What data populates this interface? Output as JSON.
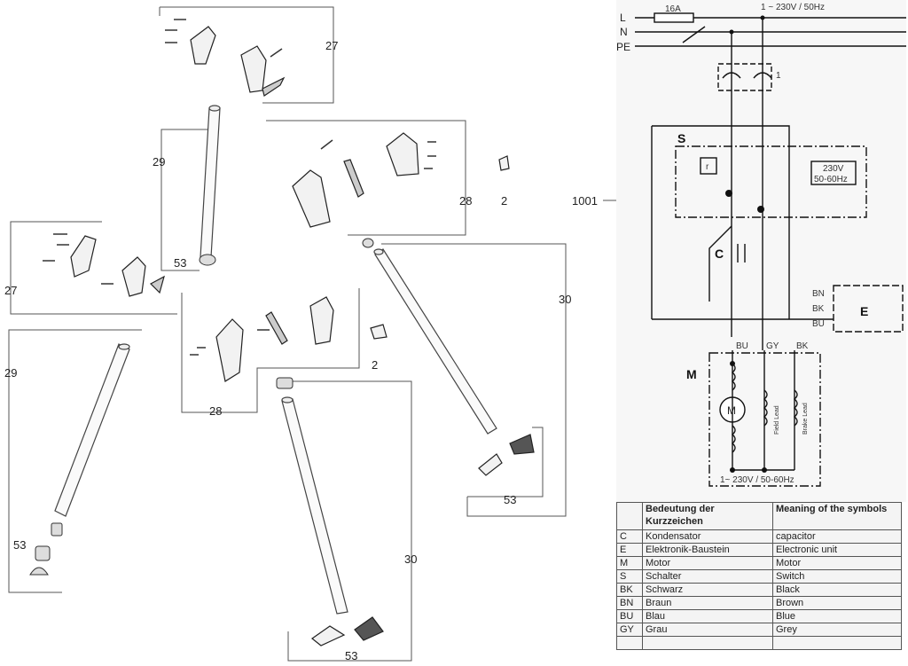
{
  "exploded_view": {
    "callouts": {
      "c27_top": "27",
      "c27_left": "27",
      "c29_mid": "29",
      "c29_left": "29",
      "c53_mid": "53",
      "c53_left": "53",
      "c53_right": "53",
      "c53_bottom": "53",
      "c28_right": "28",
      "c28_bottom": "28",
      "c2_right": "2",
      "c2_mid": "2",
      "c30_right": "30",
      "c30_bottom": "30",
      "c1001": "1001"
    }
  },
  "wiring": {
    "lines": {
      "l": "L",
      "n": "N",
      "pe": "PE"
    },
    "fuse": "16A",
    "supply": "1 ~ 230V / 50Hz",
    "plug_number": "1",
    "switch": "S",
    "switch_rating_1": "230V",
    "switch_rating_2": "50-60Hz",
    "r_box": "r",
    "capacitor": "C",
    "electronic_unit": "E",
    "e_wires": {
      "bn": "BN",
      "bk": "BK",
      "bu": "BU"
    },
    "motor": "M",
    "motor_symbol": "M",
    "motor_wires": {
      "bu": "BU",
      "gy": "GY",
      "bk": "BK"
    },
    "field_lead": "Field Lead",
    "brake_lead": "Brake Lead",
    "motor_supply": "1~ 230V / 50-60Hz"
  },
  "legend": {
    "header_de": "Bedeutung der Kurzzeichen",
    "header_en": "Meaning of the symbols",
    "rows": [
      {
        "code": "C",
        "de": "Kondensator",
        "en": "capacitor"
      },
      {
        "code": "E",
        "de": "Elektronik-Baustein",
        "en": "Electronic unit"
      },
      {
        "code": "M",
        "de": "Motor",
        "en": "Motor"
      },
      {
        "code": "S",
        "de": "Schalter",
        "en": "Switch"
      },
      {
        "code": "BK",
        "de": "Schwarz",
        "en": "Black"
      },
      {
        "code": "BN",
        "de": "Braun",
        "en": "Brown"
      },
      {
        "code": "BU",
        "de": "Blau",
        "en": "Blue"
      },
      {
        "code": "GY",
        "de": "Grau",
        "en": "Grey"
      }
    ]
  }
}
